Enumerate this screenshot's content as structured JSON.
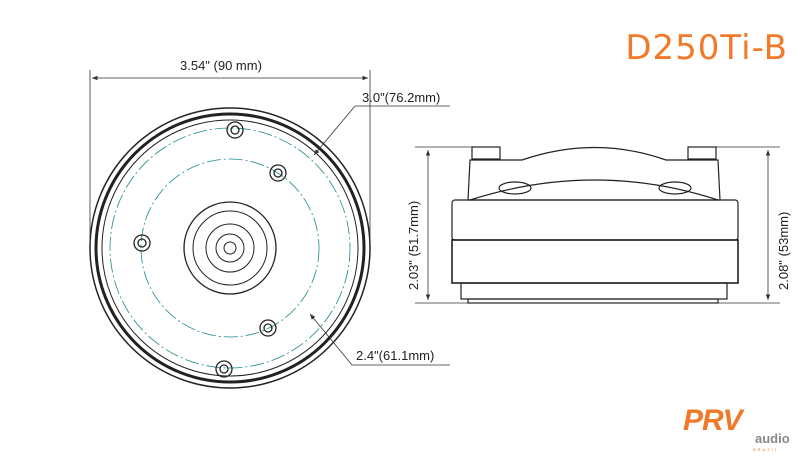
{
  "title": "D250Ti-B",
  "dimensions": {
    "overall_diameter": "3.54\" (90 mm)",
    "outer_bolt_circle": "3.0\"(76.2mm)",
    "inner_bolt_circle": "2.4\"(61.1mm)",
    "height_body": "2.03\" (51.7mm)",
    "height_total": "2.08\" (53mm)"
  },
  "logo": {
    "brand": "PRV",
    "sub": "audio",
    "country": "BRAZIL"
  },
  "colors": {
    "accent": "#f07a2a",
    "teal": "#1a8a8a"
  }
}
